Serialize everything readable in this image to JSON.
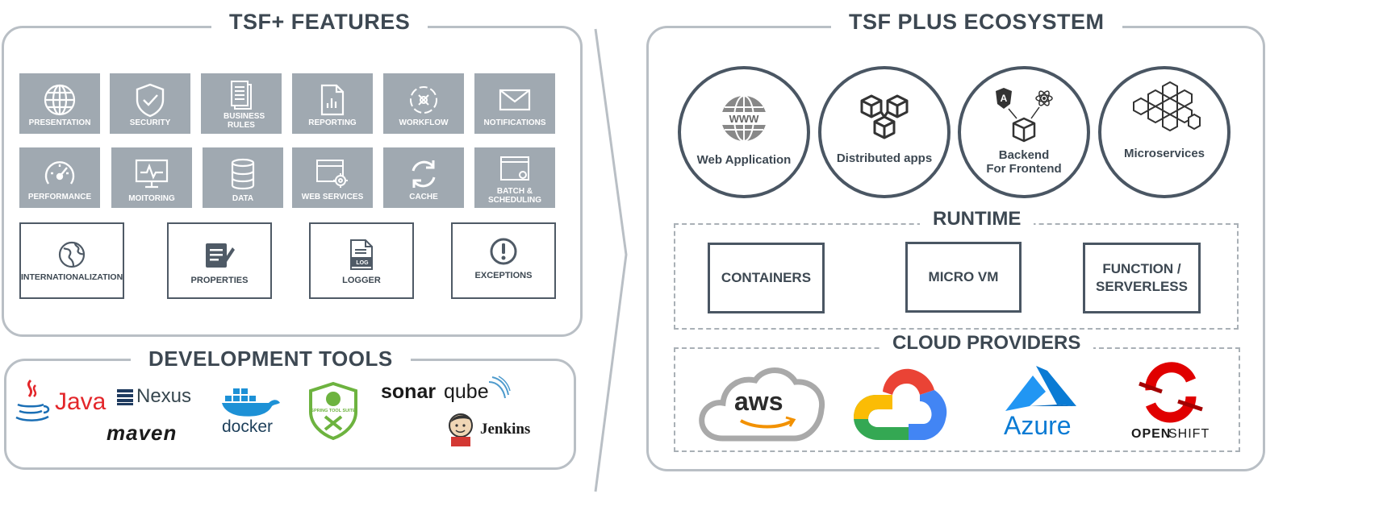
{
  "features": {
    "title": "TSF+ FEATURES",
    "tiles_row1": [
      {
        "label": "PRESENTATION",
        "icon": "globe-icon"
      },
      {
        "label": "SECURITY",
        "icon": "shield-check-icon"
      },
      {
        "label": "BUSINESS RULES",
        "icon": "documents-icon"
      },
      {
        "label": "REPORTING",
        "icon": "report-icon"
      },
      {
        "label": "WORKFLOW",
        "icon": "workflow-cycle-icon"
      },
      {
        "label": "NOTIFICATIONS",
        "icon": "envelope-icon"
      }
    ],
    "tiles_row2": [
      {
        "label": "PERFORMANCE",
        "icon": "gauge-icon"
      },
      {
        "label": "MOITORING",
        "icon": "monitor-icon"
      },
      {
        "label": "DATA",
        "icon": "database-icon"
      },
      {
        "label": "WEB SERVICES",
        "icon": "web-gear-icon"
      },
      {
        "label": "CACHE",
        "icon": "refresh-icon"
      },
      {
        "label": "BATCH & SCHEDULING",
        "icon": "batch-window-icon"
      }
    ],
    "outline_row": [
      {
        "label": "INTERNATIONALIZATION",
        "icon": "earth-icon"
      },
      {
        "label": "PROPERTIES",
        "icon": "edit-document-icon"
      },
      {
        "label": "LOGGER",
        "icon": "log-file-icon"
      },
      {
        "label": "EXCEPTIONS",
        "icon": "exclamation-icon"
      }
    ]
  },
  "dev_tools": {
    "title": "DEVELOPMENT TOOLS",
    "java": "Java",
    "nexus": "Nexus",
    "maven": "maven",
    "docker": "docker",
    "spring": "SPRING TOOL SUITE",
    "sonar_a": "sonar",
    "sonar_b": "qube",
    "jenkins": "Jenkins"
  },
  "ecosystem": {
    "title": "TSF PLUS ECOSYSTEM",
    "apps": [
      {
        "label": "Web Application",
        "icon": "www-globe-icon"
      },
      {
        "label": "Distributed apps",
        "icon": "cubes-icon"
      },
      {
        "label": "Backend For Frontend",
        "label_line1": "Backend",
        "label_line2": "For Frontend",
        "icon": "backend-cube-icon"
      },
      {
        "label": "Microservices",
        "icon": "hexagons-icon"
      }
    ],
    "www": "WWW",
    "angular_letter": "A",
    "runtime": {
      "title": "RUNTIME",
      "items": [
        "CONTAINERS",
        "MICRO VM"
      ],
      "function_line1": "FUNCTION /",
      "function_line2": "SERVERLESS"
    },
    "cloud": {
      "title": "CLOUD PROVIDERS",
      "aws": "aws",
      "azure": "Azure",
      "openshift_a": "OPEN",
      "openshift_b": "SHIFT"
    }
  },
  "colors": {
    "tile_bg": "#a0a9b1",
    "panel_border": "#b9bfc5",
    "text_dark": "#3d4852",
    "java_red": "#e3262a",
    "docker_blue": "#1d91d6",
    "spring_green": "#6db33f",
    "azure_blue": "#0a7bd4",
    "openshift_red": "#e00000",
    "aws_orange": "#f29100"
  }
}
